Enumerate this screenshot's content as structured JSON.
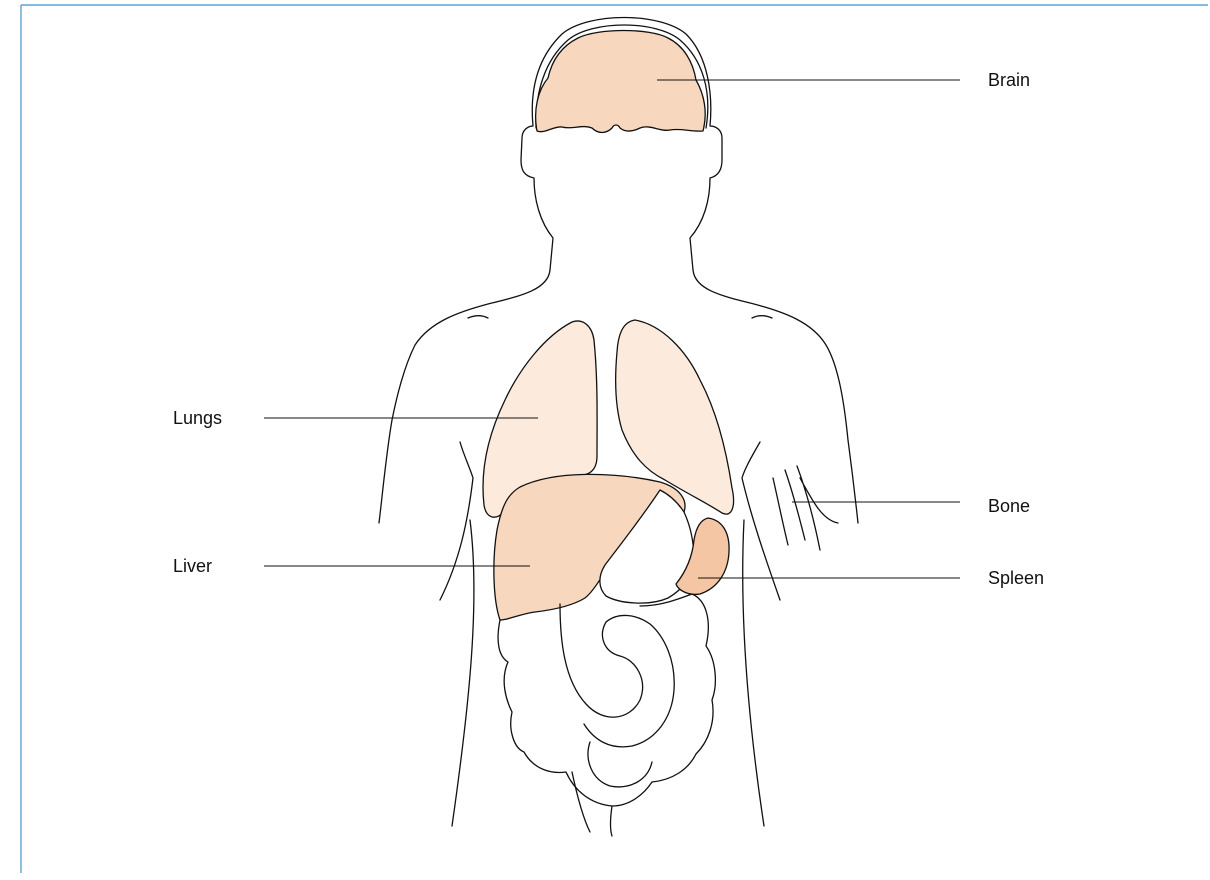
{
  "labels": {
    "brain": "Brain",
    "lungs": "Lungs",
    "bone": "Bone",
    "liver": "Liver",
    "spleen": "Spleen"
  },
  "colors": {
    "frame": "#5aa6d6",
    "brain": "#f7d7be",
    "lungs": "#fcebdd",
    "liver": "#f7d7be",
    "spleen": "#f5c6a4",
    "stomach": "#ffffff",
    "outline": "#111111"
  }
}
